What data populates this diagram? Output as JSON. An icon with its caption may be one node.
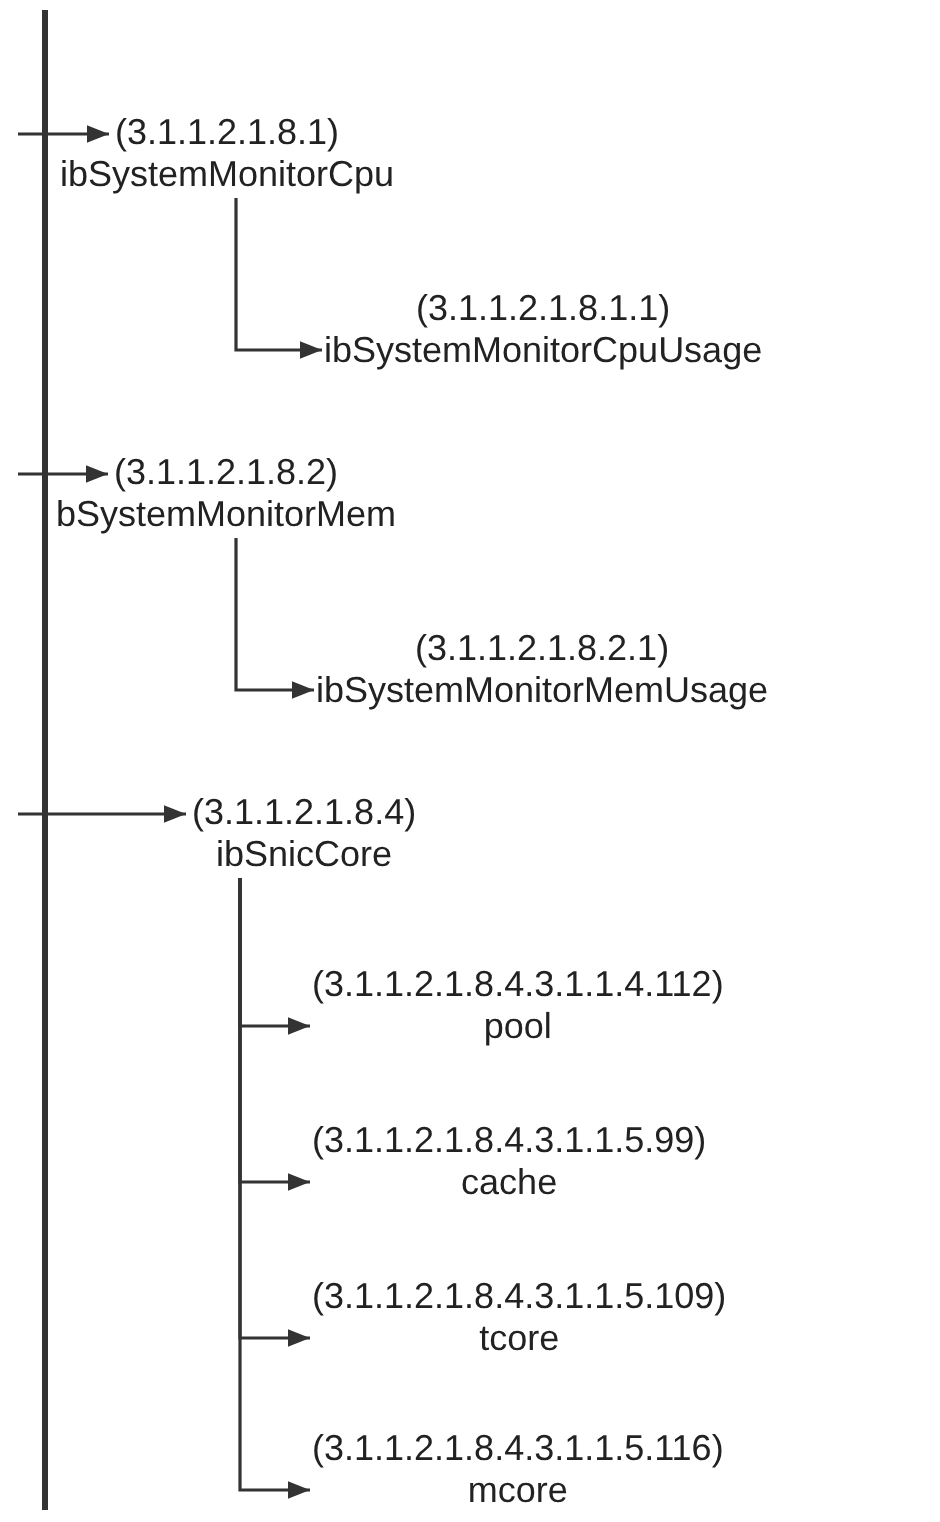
{
  "diagram": {
    "nodes": [
      {
        "text": [],
        "shape": "bar"
      },
      {
        "text": [
          "(3.1.1.2.1.8.1)",
          "ibSystemMonitorCpu"
        ]
      },
      {
        "text": [
          "(3.1.1.2.1.8.1.1)",
          "ibSystemMonitorCpuUsage"
        ]
      },
      {
        "text": [
          "(3.1.1.2.1.8.2)",
          "bSystemMonitorMem"
        ]
      },
      {
        "text": [
          "(3.1.1.2.1.8.2.1)",
          "ibSystemMonitorMemUsage"
        ]
      },
      {
        "text": [
          "(3.1.1.2.1.8.4)",
          "ibSnicCore"
        ]
      },
      {
        "text": [
          "(3.1.1.2.1.8.4.3.1.1.4.112)",
          "pool"
        ]
      },
      {
        "text": [
          "(3.1.1.2.1.8.4.3.1.1.5.99)",
          "cache"
        ]
      },
      {
        "text": [
          "(3.1.1.2.1.8.4.3.1.1.5.109)",
          "tcore"
        ]
      },
      {
        "text": [
          "(3.1.1.2.1.8.4.3.1.1.5.116)",
          "mcore"
        ]
      }
    ],
    "edges": [
      {
        "from": 0,
        "to": 1,
        "arrow": "to"
      },
      {
        "from": 1,
        "to": 2,
        "arrow": "to"
      },
      {
        "from": 0,
        "to": 3,
        "arrow": "to"
      },
      {
        "from": 3,
        "to": 4,
        "arrow": "to"
      },
      {
        "from": 0,
        "to": 5,
        "arrow": "to"
      },
      {
        "from": 5,
        "to": 6,
        "arrow": "to"
      },
      {
        "from": 5,
        "to": 7,
        "arrow": "to"
      },
      {
        "from": 5,
        "to": 8,
        "arrow": "to"
      },
      {
        "from": 5,
        "to": 9,
        "arrow": "to"
      }
    ]
  }
}
